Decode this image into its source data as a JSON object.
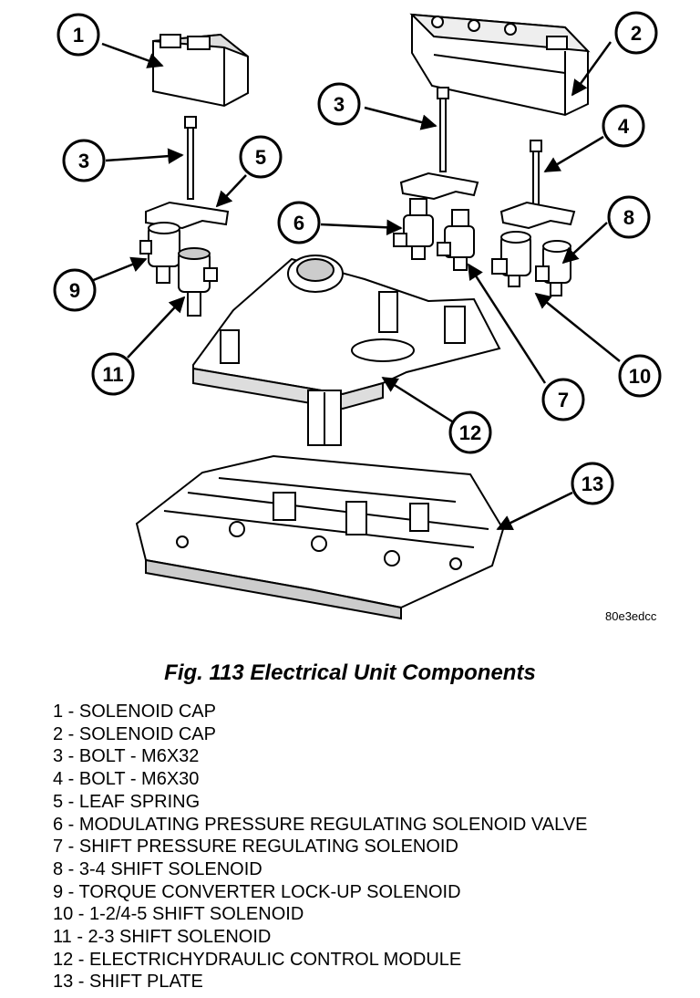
{
  "figure": {
    "code": "80e3edcc",
    "callouts": [
      "1",
      "2",
      "3",
      "3",
      "4",
      "5",
      "6",
      "7",
      "8",
      "9",
      "10",
      "11",
      "12",
      "13"
    ]
  },
  "caption": "Fig. 113 Electrical Unit Components",
  "legend": [
    "1 - SOLENOID CAP",
    "2 - SOLENOID CAP",
    "3 - BOLT - M6X32",
    "4 - BOLT - M6X30",
    "5 - LEAF SPRING",
    "6 - MODULATING PRESSURE REGULATING SOLENOID VALVE",
    "7 - SHIFT PRESSURE REGULATING SOLENOID",
    "8 - 3-4 SHIFT SOLENOID",
    "9 - TORQUE CONVERTER LOCK-UP SOLENOID",
    "10 - 1-2/4-5 SHIFT SOLENOID",
    "11 - 2-3 SHIFT SOLENOID",
    "12 - ELECTRICHYDRAULIC CONTROL MODULE",
    "13 - SHIFT PLATE"
  ]
}
